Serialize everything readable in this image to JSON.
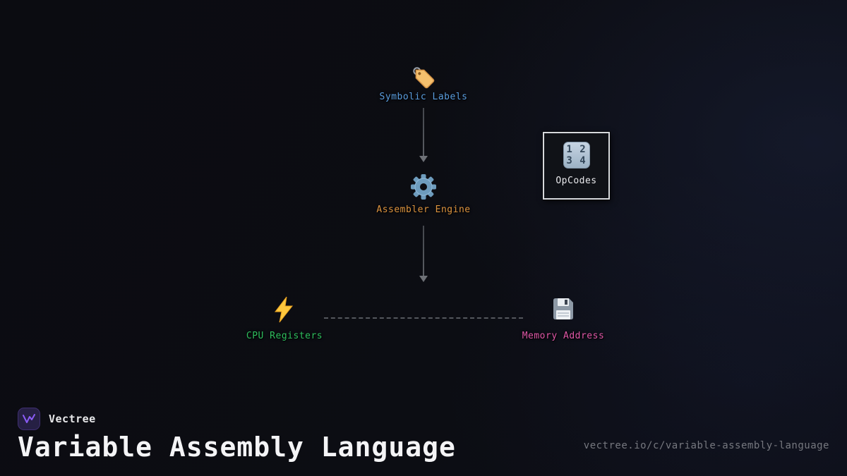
{
  "colors": {
    "background": "#0c0d12",
    "accent_glow": "#1a213a",
    "arrow": "#6e7177",
    "symbolic_labels": "#5b9ee0",
    "assembler_engine": "#dd9440",
    "cpu_registers": "#2fbf5f",
    "memory_address": "#e058a8",
    "opcodes": "#e9e9ec"
  },
  "diagram": {
    "symbolic_labels": {
      "label": "Symbolic Labels",
      "icon": "tag-icon"
    },
    "assembler_engine": {
      "label": "Assembler Engine",
      "icon": "gear-icon"
    },
    "cpu_registers": {
      "label": "CPU Registers",
      "icon": "lightning-icon"
    },
    "memory_address": {
      "label": "Memory Address",
      "icon": "floppy-disk-icon"
    },
    "opcodes": {
      "label": "OpCodes",
      "icon": "input-numbers-icon"
    },
    "numbers_icon": {
      "row1": "1 2",
      "row2": "3 4"
    }
  },
  "footer": {
    "brand": "Vectree",
    "title": "Variable Assembly Language",
    "url": "vectree.io/c/variable-assembly-language"
  }
}
